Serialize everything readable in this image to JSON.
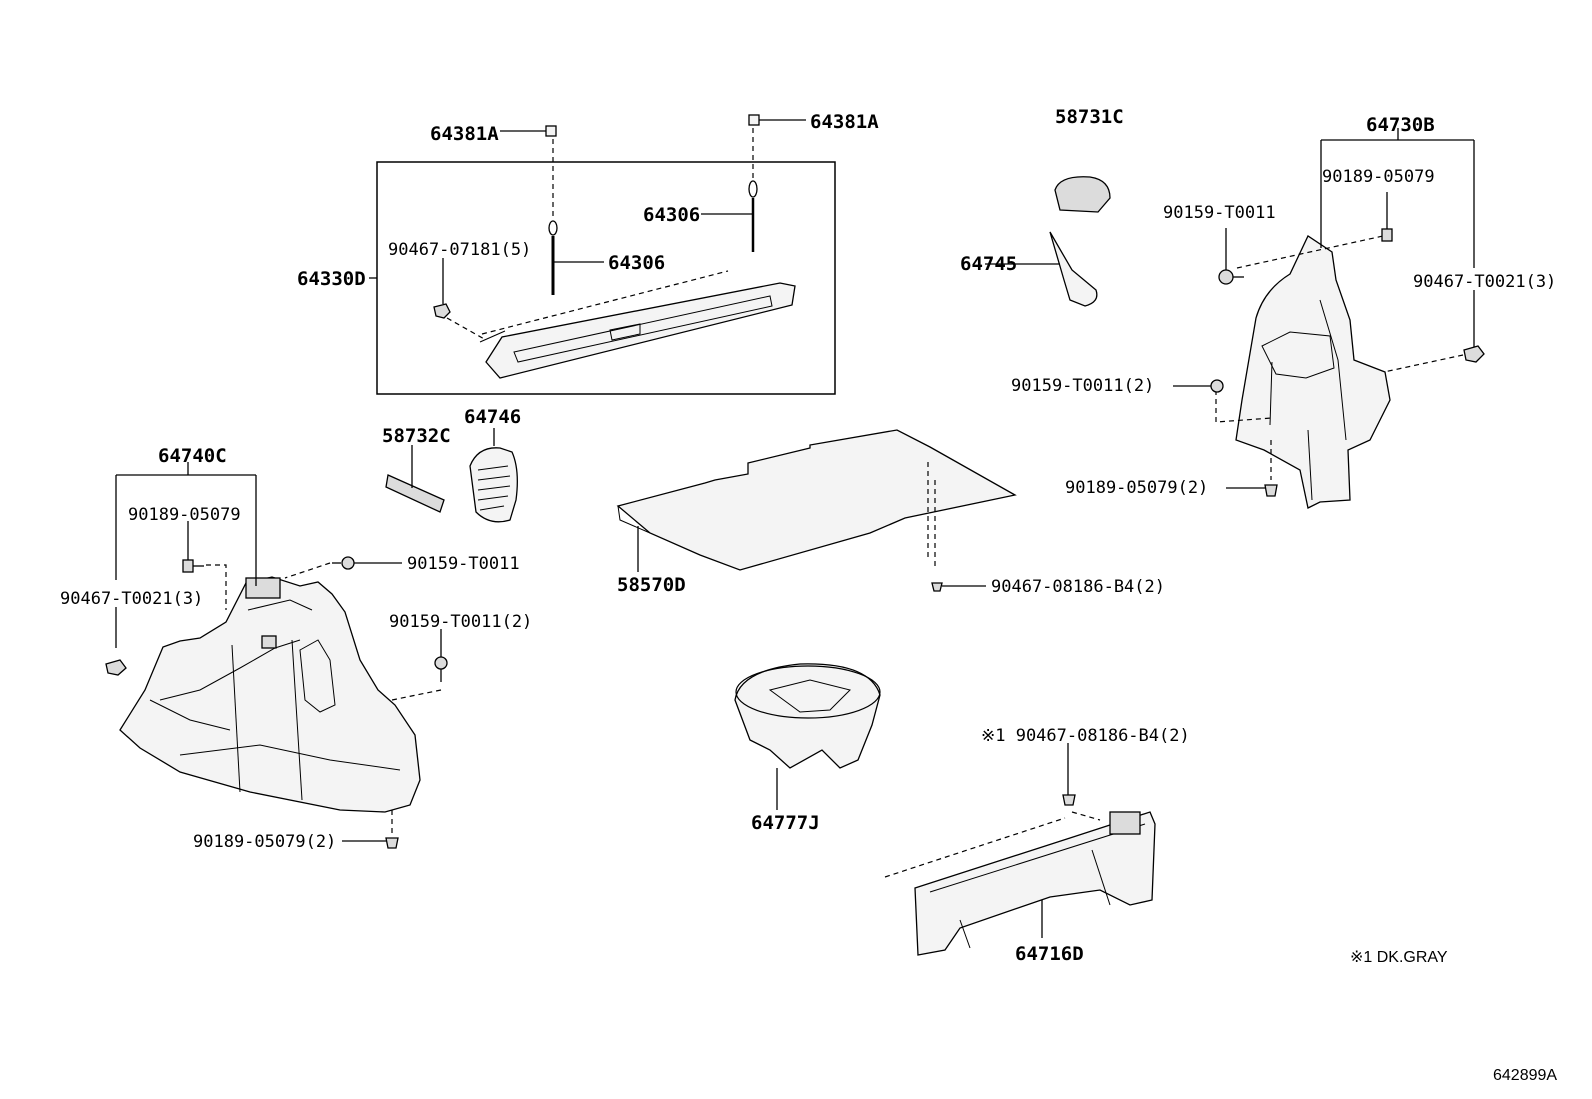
{
  "labels": {
    "c64381a_left": "64381A",
    "c64381a_right": "64381A",
    "c64306_upper": "64306",
    "c64306_lower": "64306",
    "c64330d": "64330D",
    "c90467_07181": "90467-07181(5)",
    "c58731c": "58731C",
    "c64745": "64745",
    "c64730b": "64730B",
    "c90189_05079_r": "90189-05079",
    "c90159_t0011_r": "90159-T0011",
    "c90467_t0021_r": "90467-T0021(3)",
    "c90159_t0011_2_r": "90159-T0011(2)",
    "c90189_05079_2_r": "90189-05079(2)",
    "c64746": "64746",
    "c58732c": "58732C",
    "c64740c": "64740C",
    "c90189_05079_l": "90189-05079",
    "c90159_t0011_l": "90159-T0011",
    "c90467_t0021_l": "90467-T0021(3)",
    "c90159_t0011_2_l": "90159-T0011(2)",
    "c90189_05079_2_l": "90189-05079(2)",
    "c58570d": "58570D",
    "c90467_08186_b4": "90467-08186-B4(2)",
    "c64777j": "64777J",
    "c90467_08186_b4_note": "※1 90467-08186-B4(2)",
    "c64716d": "64716D"
  },
  "note": "※1 DK.GRAY",
  "diagram_id": "642899A"
}
